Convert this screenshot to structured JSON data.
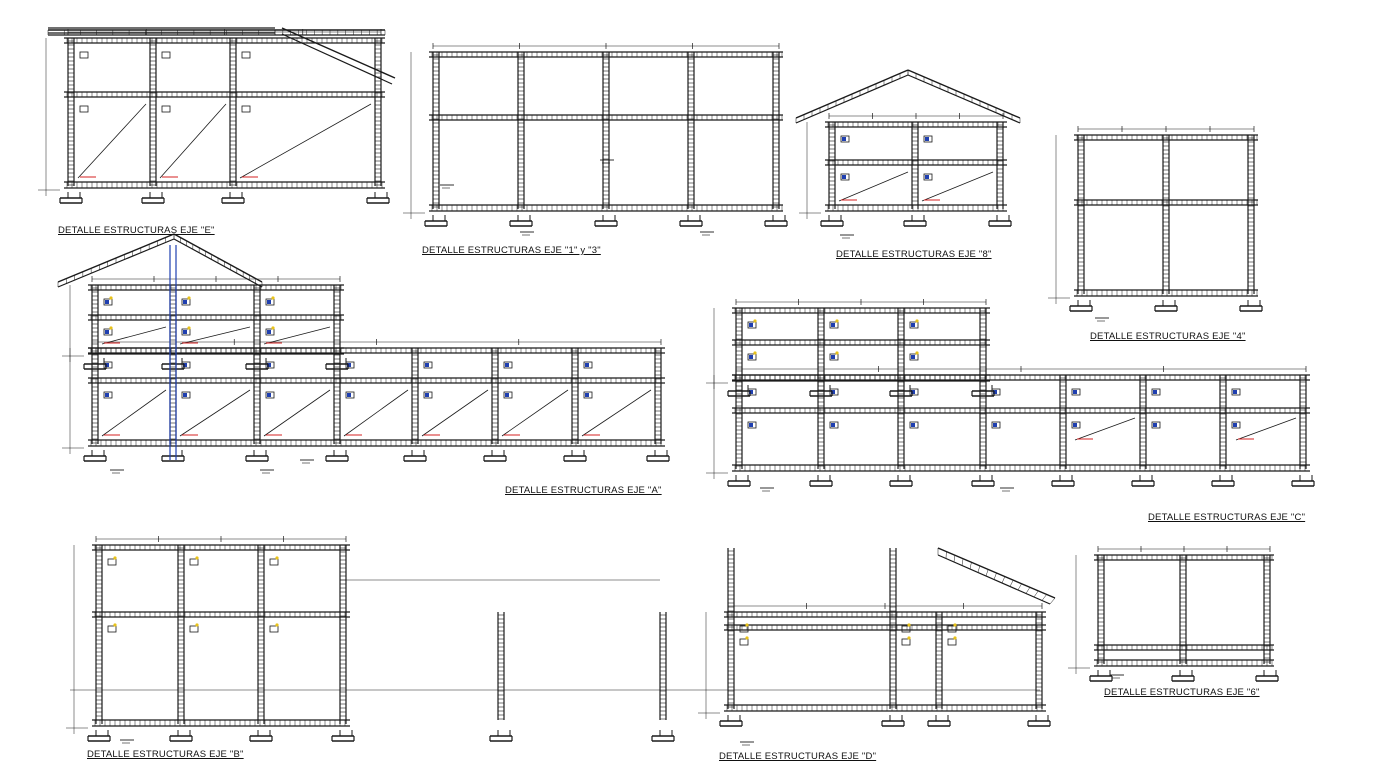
{
  "colors": {
    "line": "#1a1a1a",
    "accent_red": "#d62020",
    "accent_blue": "#1f3fb0",
    "accent_yellow": "#e8c21a"
  },
  "titles": {
    "eje_e": "DETALLE ESTRUCTURAS EJE \"E\"",
    "eje_1y3": "DETALLE ESTRUCTURAS EJE \"1\" y \"3\"",
    "eje_8": "DETALLE ESTRUCTURAS EJE \"8\"",
    "eje_4": "DETALLE ESTRUCTURAS EJE \"4\"",
    "eje_a": "DETALLE ESTRUCTURAS EJE \"A\"",
    "eje_c": "DETALLE ESTRUCTURAS EJE \"C\"",
    "eje_b": "DETALLE ESTRUCTURAS EJE \"B\"",
    "eje_d": "DETALLE ESTRUCTURAS EJE \"D\"",
    "eje_6": "DETALLE ESTRUCTURAS EJE \"6\""
  }
}
